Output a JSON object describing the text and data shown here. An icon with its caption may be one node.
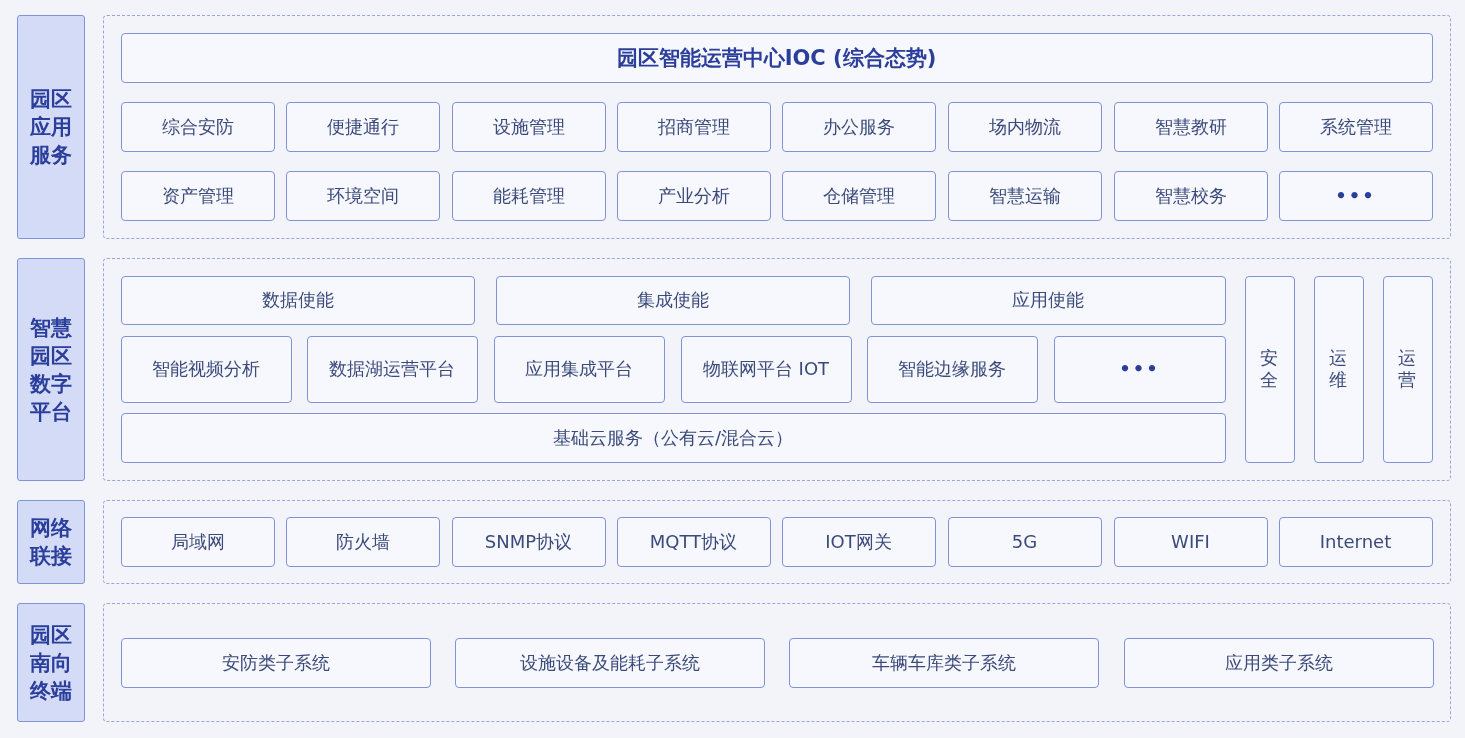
{
  "diagram": {
    "nodes": [
      {
        "text": [
          "园区应用服务"
        ]
      },
      {
        "text": [],
        "shape": "box"
      },
      {
        "text": [
          "园区智能运营中心IOC (综合态势)"
        ],
        "in": 1
      },
      {
        "text": [
          "综合安防"
        ],
        "in": 1
      },
      {
        "text": [
          "便捷通行"
        ],
        "in": 1
      },
      {
        "text": [
          "设施管理"
        ],
        "in": 1
      },
      {
        "text": [
          "招商管理"
        ],
        "in": 1
      },
      {
        "text": [
          "办公服务"
        ],
        "in": 1
      },
      {
        "text": [
          "场内物流"
        ],
        "in": 1
      },
      {
        "text": [
          "智慧教研"
        ],
        "in": 1
      },
      {
        "text": [
          "系统管理"
        ],
        "in": 1
      },
      {
        "text": [
          "资产管理"
        ],
        "in": 1
      },
      {
        "text": [
          "环境空间"
        ],
        "in": 1
      },
      {
        "text": [
          "能耗管理"
        ],
        "in": 1
      },
      {
        "text": [
          "产业分析"
        ],
        "in": 1
      },
      {
        "text": [
          "仓储管理"
        ],
        "in": 1
      },
      {
        "text": [
          "智慧运输"
        ],
        "in": 1
      },
      {
        "text": [
          "智慧校务"
        ],
        "in": 1
      },
      {
        "text": [
          "•••"
        ],
        "in": 1
      },
      {
        "text": [
          "智慧园区数字平台"
        ]
      },
      {
        "text": [],
        "shape": "box"
      },
      {
        "text": [
          "数据使能"
        ],
        "in": 20
      },
      {
        "text": [
          "集成使能"
        ],
        "in": 20
      },
      {
        "text": [
          "应用使能"
        ],
        "in": 20
      },
      {
        "text": [
          "智能视频分析"
        ],
        "in": 20
      },
      {
        "text": [
          "数据湖运营平台"
        ],
        "in": 20
      },
      {
        "text": [
          "应用集成平台"
        ],
        "in": 20
      },
      {
        "text": [
          "物联网平台 IOT"
        ],
        "in": 20
      },
      {
        "text": [
          "智能边缘服务"
        ],
        "in": 20
      },
      {
        "text": [
          "•••"
        ],
        "in": 20
      },
      {
        "text": [
          "基础云服务（公有云/混合云）"
        ],
        "in": 20
      },
      {
        "text": [
          "安全"
        ],
        "in": 20
      },
      {
        "text": [
          "运维"
        ],
        "in": 20
      },
      {
        "text": [
          "运营"
        ],
        "in": 20
      },
      {
        "text": [
          "网络联接"
        ]
      },
      {
        "text": [],
        "shape": "box"
      },
      {
        "text": [
          "局域网"
        ],
        "in": 35
      },
      {
        "text": [
          "防火墙"
        ],
        "in": 35
      },
      {
        "text": [
          "SNMP协议"
        ],
        "in": 35
      },
      {
        "text": [
          "MQTT协议"
        ],
        "in": 35
      },
      {
        "text": [
          "IOT网关"
        ],
        "in": 35
      },
      {
        "text": [
          "5G"
        ],
        "in": 35
      },
      {
        "text": [
          "WIFI"
        ],
        "in": 35
      },
      {
        "text": [
          "Internet"
        ],
        "in": 35
      },
      {
        "text": [
          "园区南向终端"
        ]
      },
      {
        "text": [],
        "shape": "box"
      },
      {
        "text": [
          "安防类子系统"
        ],
        "in": 45
      },
      {
        "text": [
          "设施设备及能耗子系统"
        ],
        "in": 45
      },
      {
        "text": [
          "车辆车库类子系统"
        ],
        "in": 45
      },
      {
        "text": [
          "应用类子系统"
        ],
        "in": 45
      }
    ]
  }
}
